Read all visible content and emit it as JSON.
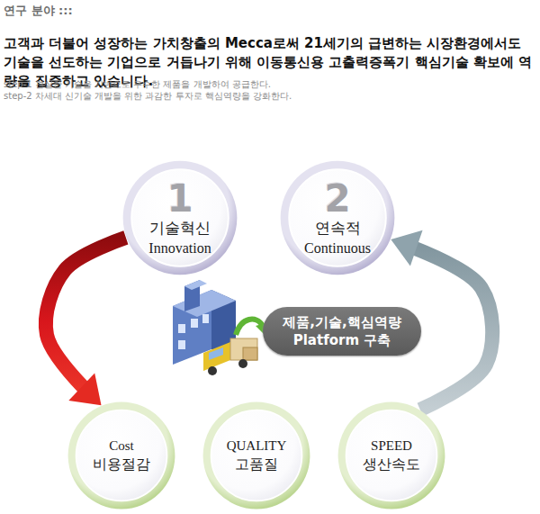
{
  "diagram": {
    "title": "연구 분야 :::",
    "nodes": [
      {
        "text": [
          "1",
          "기술혁신",
          "Innovation"
        ]
      },
      {
        "text": [
          "2",
          "연속적",
          "Continuous"
        ]
      },
      {
        "text": [
          "제품,기술,핵심역량",
          "Platform 구축"
        ]
      },
      {
        "text": [
          "Cost",
          "비용절감"
        ]
      },
      {
        "text": [
          "QUALITY",
          "고품질"
        ]
      },
      {
        "text": [
          "SPEED",
          "생산속도"
        ]
      }
    ],
    "edges": [
      {
        "from": 0,
        "to": 3,
        "arrow": "to"
      },
      {
        "from": 5,
        "to": 1,
        "arrow": "to"
      }
    ],
    "labels": [
      "고객과 더불어 성장하는 가치창출의 Mecca로써 21세기의 급변하는 시장환경에서도 기술을 선도하는 기업으로 거듭나기 위해 이동통신용 고출력증폭기 핵심기술 확보에 역량을 집중하고 있습니다.",
      "step-1 견실한 기술을 기반으로 우수한 제품을 개발하여 공급한다.",
      "step-2 차세대 신기술 개발을 위한 과감한 투자로 핵심역량을 강화한다."
    ]
  }
}
